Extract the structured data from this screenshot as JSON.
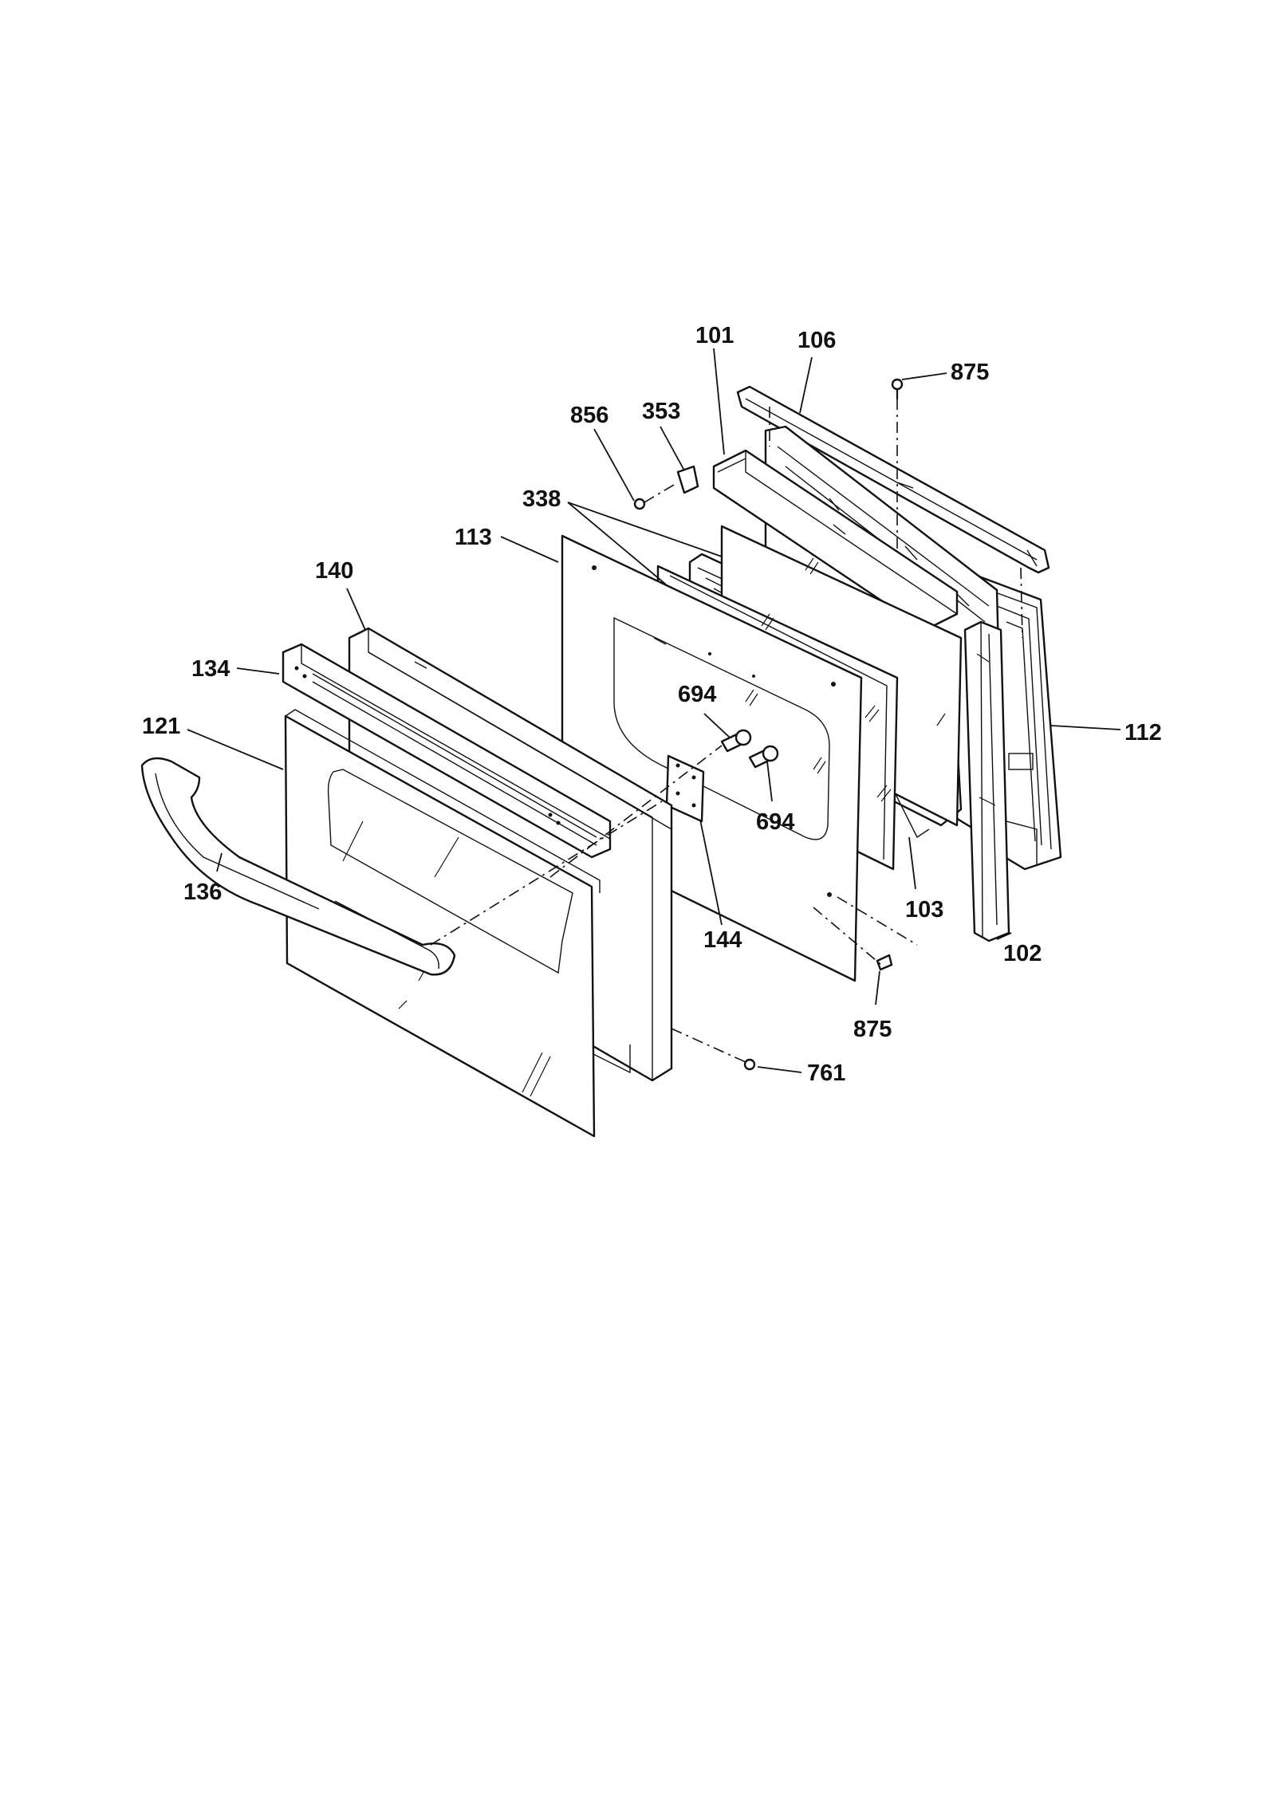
{
  "diagram": {
    "parts": [
      {
        "id": "p101",
        "label": "101"
      },
      {
        "id": "p106",
        "label": "106"
      },
      {
        "id": "p875a",
        "label": "875"
      },
      {
        "id": "p856",
        "label": "856"
      },
      {
        "id": "p353",
        "label": "353"
      },
      {
        "id": "p338",
        "label": "338"
      },
      {
        "id": "p113",
        "label": "113"
      },
      {
        "id": "p140",
        "label": "140"
      },
      {
        "id": "p134",
        "label": "134"
      },
      {
        "id": "p121",
        "label": "121"
      },
      {
        "id": "p112",
        "label": "112"
      },
      {
        "id": "p694a",
        "label": "694"
      },
      {
        "id": "p694b",
        "label": "694"
      },
      {
        "id": "p136",
        "label": "136"
      },
      {
        "id": "p103",
        "label": "103"
      },
      {
        "id": "p144",
        "label": "144"
      },
      {
        "id": "p102",
        "label": "102"
      },
      {
        "id": "p875b",
        "label": "875"
      },
      {
        "id": "p761",
        "label": "761"
      }
    ]
  }
}
